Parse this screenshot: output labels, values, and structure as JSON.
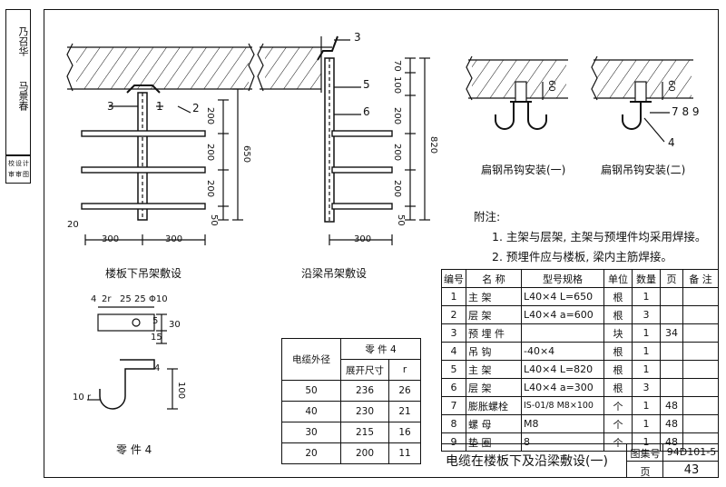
{
  "left_strip": {
    "signature1": "乃召华",
    "signature2": "马景春",
    "labels": [
      "校",
      "审",
      "设",
      "审",
      "计",
      "图"
    ]
  },
  "figures": {
    "fig1_caption": "楼板下吊架敷设",
    "fig2_caption": "沿梁吊架敷设",
    "fig3_caption": "扁钢吊钩安装(一)",
    "fig4_caption": "扁钢吊钩安装(二)",
    "fig5_caption": "零 件 4"
  },
  "fig1": {
    "callouts": [
      "3",
      "1",
      "2"
    ],
    "dims": [
      "200",
      "200",
      "200",
      "650",
      "50",
      "20",
      "300",
      "300"
    ]
  },
  "fig2": {
    "callouts": [
      "3",
      "5",
      "6"
    ],
    "dims": [
      "70",
      "100",
      "200",
      "200",
      "200",
      "820",
      "50",
      "300"
    ]
  },
  "fig3": {
    "dim": "60"
  },
  "fig4": {
    "dim": "60",
    "callouts": [
      "7 8 9",
      "4"
    ]
  },
  "part4": {
    "dims_top": [
      "4",
      "2r",
      "25",
      "25",
      "Φ10"
    ],
    "dims_side": [
      "5",
      "15",
      "30"
    ],
    "dims_hook": [
      "4",
      "100",
      "10",
      "r"
    ]
  },
  "notes": {
    "title": "附注:",
    "items": [
      "1. 主架与层架, 主架与预埋件均采用焊接。",
      "2. 预埋件应与楼板, 梁内主筋焊接。"
    ]
  },
  "dim_table": {
    "h_outer": "电缆外径",
    "h_part": "零 件 4",
    "h_len": "展开尺寸",
    "h_r": "r",
    "rows": [
      [
        "50",
        "236",
        "26"
      ],
      [
        "40",
        "230",
        "21"
      ],
      [
        "30",
        "215",
        "16"
      ],
      [
        "20",
        "200",
        "11"
      ]
    ]
  },
  "parts_table": {
    "headers": [
      "编号",
      "名 称",
      "型号规格",
      "单位",
      "数量",
      "页",
      "备 注"
    ],
    "rows": [
      [
        "1",
        "主 架",
        "L40×4 L=650",
        "根",
        "1",
        "",
        ""
      ],
      [
        "2",
        "层 架",
        "L40×4 a=600",
        "根",
        "3",
        "",
        ""
      ],
      [
        "3",
        "预 埋 件",
        "",
        "块",
        "1",
        "34",
        ""
      ],
      [
        "4",
        "吊 钩",
        "-40×4",
        "根",
        "1",
        "",
        ""
      ],
      [
        "5",
        "主 架",
        "L40×4 L=820",
        "根",
        "1",
        "",
        ""
      ],
      [
        "6",
        "层 架",
        "L40×4 a=300",
        "根",
        "3",
        "",
        ""
      ],
      [
        "7",
        "膨胀螺栓",
        "IS-01/8 M8×100",
        "个",
        "1",
        "48",
        ""
      ],
      [
        "8",
        "螺 母",
        "M8",
        "个",
        "1",
        "48",
        ""
      ],
      [
        "9",
        "垫 圈",
        "8",
        "个",
        "1",
        "48",
        ""
      ]
    ]
  },
  "title_block": {
    "title": "电缆在楼板下及沿梁敷设(一)",
    "atlas_label": "图集号",
    "atlas_no": "94D101-5",
    "page_label": "页",
    "page_no": "43"
  }
}
